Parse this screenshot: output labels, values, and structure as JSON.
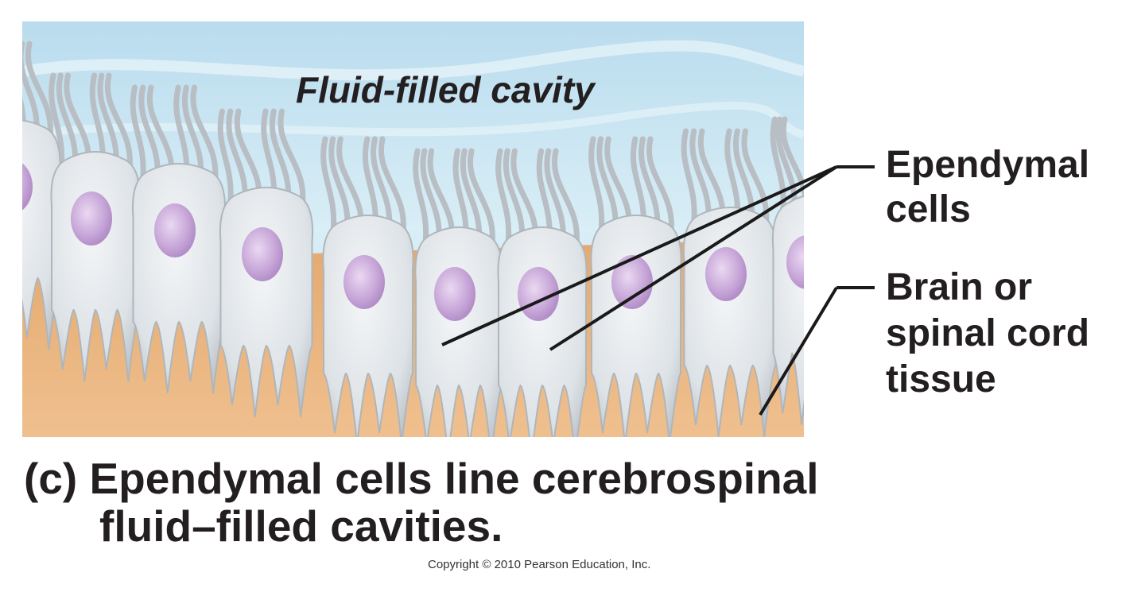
{
  "labels": {
    "cavity": "Fluid-filled cavity",
    "ependymal_line1": "Ependymal",
    "ependymal_line2": "cells",
    "tissue_line1": "Brain or",
    "tissue_line2": "spinal cord",
    "tissue_line3": "tissue"
  },
  "caption": {
    "line1": "(c) Ependymal cells line cerebrospinal",
    "line2": "fluid–filled cavities."
  },
  "copyright": "Copyright © 2010 Pearson Education, Inc.",
  "colors": {
    "fluid": "#c9e6f2",
    "tissue": "#e9b47e",
    "cell": "#dfe4e8",
    "nucleus": "#c9a9d9",
    "leader": "#1a1a1a"
  }
}
